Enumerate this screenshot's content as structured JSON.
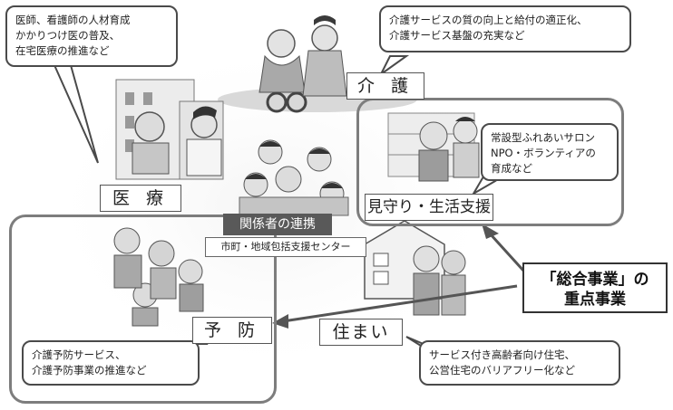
{
  "bubbles": {
    "medical": [
      "医師、看護師の人材育成",
      "かかりつけ医の普及、",
      "在宅医療の推進など"
    ],
    "care": [
      "介護サービスの質の向上と給付の適正化、",
      "介護サービス基盤の充実など"
    ],
    "watch": [
      "常設型ふれあいサロン",
      "NPO・ボランティアの",
      "育成など"
    ],
    "prevention": [
      "介護予防サービス、",
      "介護予防事業の推進など"
    ],
    "housing": [
      "サービス付き高齢者向け住宅、",
      "公営住宅のバリアフリー化など"
    ]
  },
  "labels": {
    "care": "介 護",
    "medical": "医 療",
    "watch": "見守り・生活支援",
    "prevention": "予 防",
    "housing": "住まい"
  },
  "center": {
    "title": "関係者の連携",
    "subtitle": "市町・地域包括支援センター"
  },
  "callout": [
    "「総合事業」の",
    "重点事業"
  ]
}
